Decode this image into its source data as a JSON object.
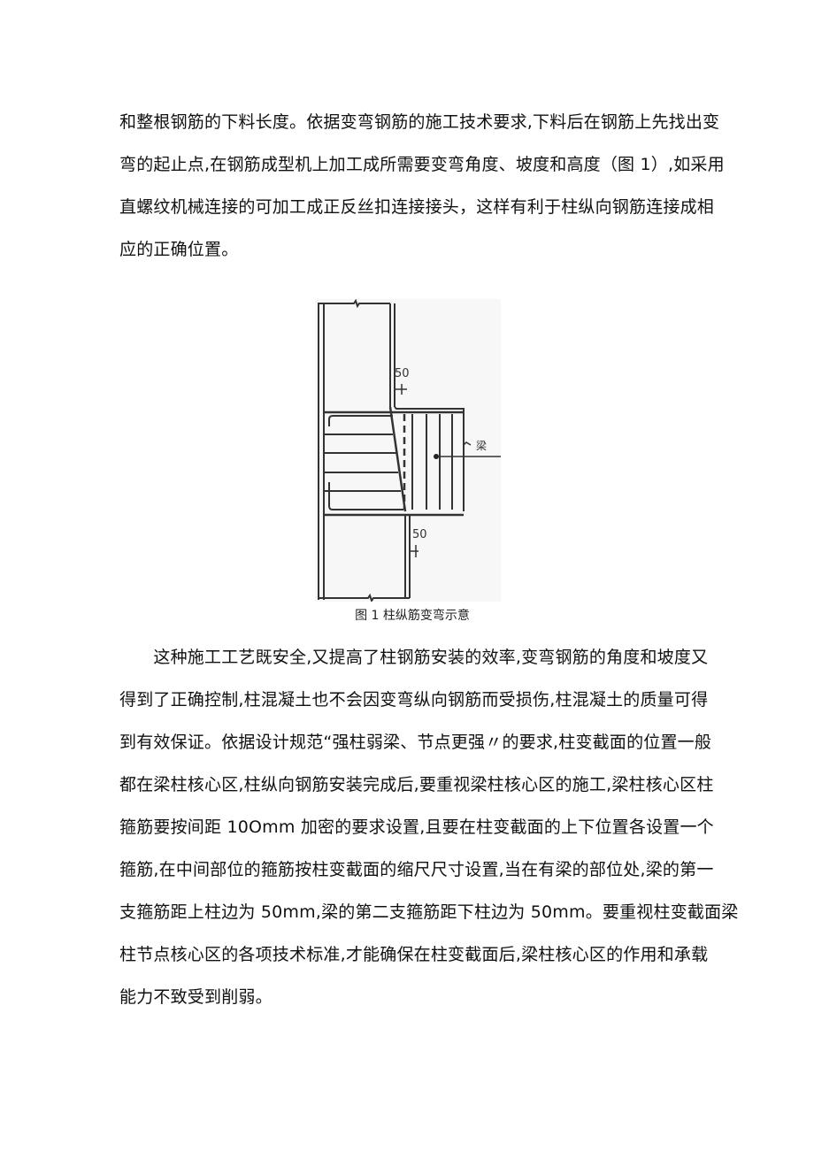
{
  "document": {
    "paragraphs": [
      {
        "id": "p1",
        "lines": [
          "和整根钢筋的下料长度。依据变弯钢筋的施工技术要求,下料后在钢筋上先找出变",
          "弯的起止点,在钢筋成型机上加工成所需要变弯角度、坡度和高度（图 1）,如采用",
          "直螺纹机械连接的可加工成正反丝扣连接接头，这样有利于柱纵向钢筋连接成相",
          "应的正确位置。"
        ]
      },
      {
        "id": "p2",
        "lines": [
          "　　这种施工工艺既安全,又提高了柱钢筋安装的效率,变弯钢筋的角度和坡度又",
          "得到了正确控制,柱混凝土也不会因变弯纵向钢筋而受损伤,柱混凝土的质量可得",
          "到有效保证。依据设计规范“强柱弱梁、节点更强〃的要求,柱变截面的位置一般",
          "都在梁柱核心区,柱纵向钢筋安装完成后,要重视梁柱核心区的施工,梁柱核心区柱",
          "箍筋要按间距 10Omm 加密的要求设置,且要在柱变截面的上下位置各设置一个",
          "箍筋,在中间部位的箍筋按柱变截面的缩尺尺寸设置,当在有梁的部位处,梁的第一",
          "支箍筋距上柱边为 50mm,梁的第二支箍筋距下柱边为 50mm。要重视柱变截面梁",
          "柱节点核心区的各项技术标准,才能确保在柱变截面后,梁柱核心区的作用和承载",
          "能力不致受到削弱。"
        ]
      }
    ],
    "figure": {
      "caption": "图 1 柱纵筋变弯示意",
      "labels": {
        "dim_top": "50",
        "dim_bottom": "50",
        "beam": "梁"
      }
    }
  }
}
